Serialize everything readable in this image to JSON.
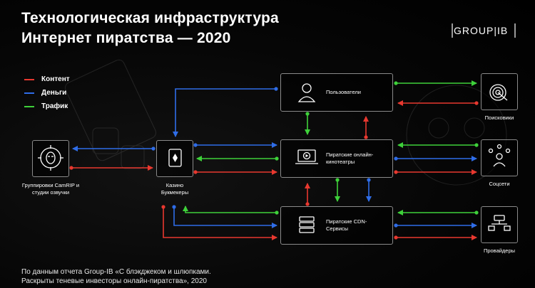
{
  "title": {
    "line1": "Технологическая инфраструктура",
    "line2": "Интернет пиратства — 2020"
  },
  "logo": "GROUP|IB",
  "legend": [
    {
      "label": "Контент",
      "color": "#e8382f"
    },
    {
      "label": "Деньги",
      "color": "#2f6de8"
    },
    {
      "label": "Трафик",
      "color": "#3ed13a"
    }
  ],
  "nodes": {
    "users": "Пользователи",
    "cinemas": "Пиратские онлайн-кинотеатры",
    "cdn": "Пиратские CDN-Сервисы",
    "camrip": "Группировки CamRIP и студии озвучки",
    "casino": "Казино Букмекеры",
    "search": "Поисковики",
    "social": "Соцсети",
    "providers": "Провайдеры"
  },
  "footer": {
    "line1": "По данным отчета Group-IB «С блэкджеком и шлюпками.",
    "line2": "Раскрыты теневые инвесторы онлайн-пиратства», 2020"
  }
}
